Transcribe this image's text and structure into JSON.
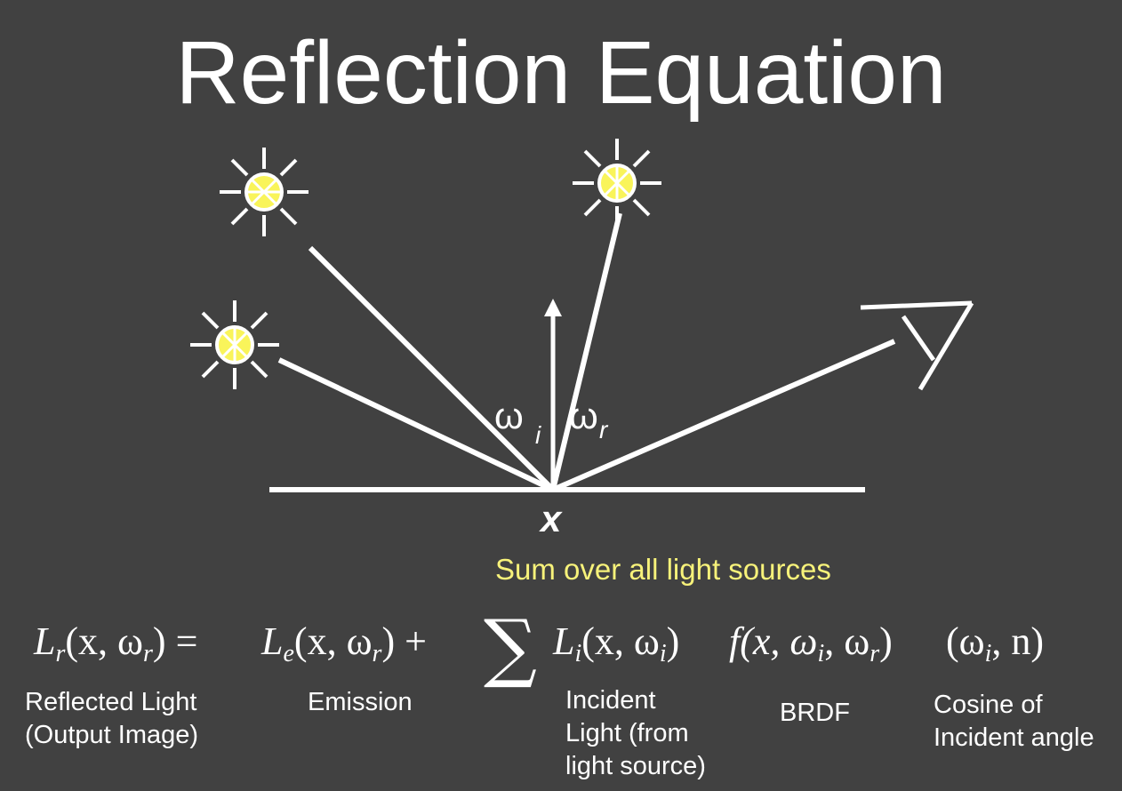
{
  "title": "Reflection Equation",
  "diagram": {
    "omega_i_symbol": "ω",
    "omega_i_sub": "i",
    "omega_r_symbol": "ω",
    "omega_r_sub": "r",
    "point_label": "x",
    "light_color": "#f9f45a",
    "line_color": "#ffffff"
  },
  "sum_label": "Sum over all light sources",
  "sum_label_color": "#f7f27a",
  "equation": {
    "lhs": "L",
    "lhs_sub": "r",
    "lhs_args": "(x, ω",
    "lhs_args_sub": "r",
    "equals": ") = ",
    "emission": "L",
    "emission_sub": "e",
    "emission_args": "(x, ω",
    "emission_args_sub": "r",
    "plus": ") +",
    "sum_symbol": "∑",
    "incident": "L",
    "incident_sub": "i",
    "incident_args": "(x, ω",
    "incident_args_sub": "i",
    "incident_close": ")",
    "brdf": "f(x, ω",
    "brdf_sub1": "i",
    "brdf_mid": ", ω",
    "brdf_sub2": "r",
    "brdf_close": ")",
    "cos_open": "(ω",
    "cos_sub": "i",
    "cos_rest": ", n)"
  },
  "captions": {
    "reflected_line1": "Reflected Light",
    "reflected_line2": "(Output Image)",
    "emission": "Emission",
    "incident_line1": "Incident",
    "incident_line2": "Light (from",
    "incident_line3": "light source)",
    "brdf": "BRDF",
    "cosine_line1": "Cosine of",
    "cosine_line2": "Incident angle"
  }
}
